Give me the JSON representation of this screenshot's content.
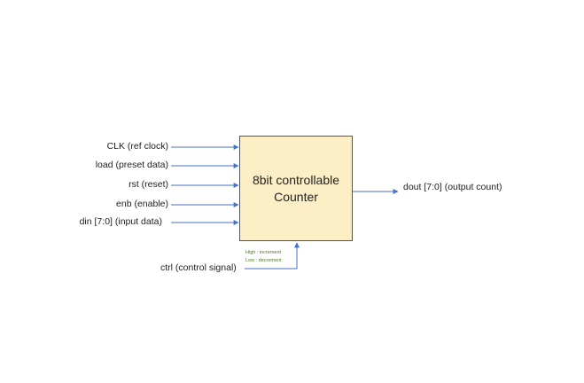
{
  "block": {
    "title_line1": "8bit controllable",
    "title_line2": "Counter",
    "fill_color": "#fdefc5"
  },
  "inputs": [
    {
      "label": "CLK (ref clock)"
    },
    {
      "label": "load (preset data)"
    },
    {
      "label": "rst (reset)"
    },
    {
      "label": "enb (enable)"
    },
    {
      "label": "din [7:0] (input data)"
    }
  ],
  "output": {
    "label": "dout [7:0] (output count)"
  },
  "control": {
    "label": "ctrl (control signal)",
    "note_high": "High : increment",
    "note_low": "Low : decrement"
  },
  "colors": {
    "arrow": "#4472c4",
    "ctrl_arrow": "#4472c4",
    "note": "#4e7b25"
  }
}
